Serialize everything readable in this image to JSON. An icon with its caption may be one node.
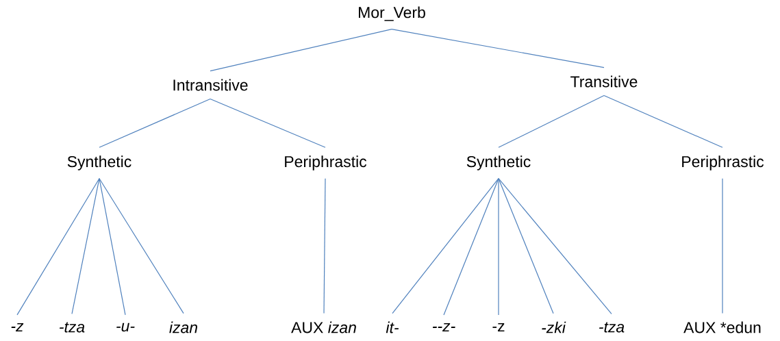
{
  "diagram": {
    "nodes": [
      {
        "text": [
          "Mor_Verb"
        ]
      },
      {
        "text": [
          "Intransitive"
        ]
      },
      {
        "text": [
          "Transitive"
        ]
      },
      {
        "text": [
          "Synthetic"
        ]
      },
      {
        "text": [
          "Periphrastic"
        ]
      },
      {
        "text": [
          "Synthetic"
        ]
      },
      {
        "text": [
          "Periphrastic"
        ]
      },
      {
        "text": [
          "-z"
        ]
      },
      {
        "text": [
          "-tza"
        ]
      },
      {
        "text": [
          "-u-"
        ]
      },
      {
        "text": [
          "izan"
        ]
      },
      {
        "text": [
          "AUX *izan*"
        ]
      },
      {
        "text": [
          "it-"
        ]
      },
      {
        "text": [
          "--z-"
        ]
      },
      {
        "text": [
          "-z"
        ]
      },
      {
        "text": [
          "-zki"
        ]
      },
      {
        "text": [
          "-tza"
        ]
      },
      {
        "text": [
          "AUX *edun"
        ]
      }
    ],
    "edges": [
      {
        "from": 0,
        "to": 1,
        "arrow": "none"
      },
      {
        "from": 0,
        "to": 2,
        "arrow": "none"
      },
      {
        "from": 1,
        "to": 3,
        "arrow": "none"
      },
      {
        "from": 1,
        "to": 4,
        "arrow": "none"
      },
      {
        "from": 2,
        "to": 5,
        "arrow": "none"
      },
      {
        "from": 2,
        "to": 6,
        "arrow": "none"
      },
      {
        "from": 3,
        "to": 7,
        "arrow": "none"
      },
      {
        "from": 3,
        "to": 8,
        "arrow": "none"
      },
      {
        "from": 3,
        "to": 9,
        "arrow": "none"
      },
      {
        "from": 3,
        "to": 10,
        "arrow": "none"
      },
      {
        "from": 4,
        "to": 11,
        "arrow": "none"
      },
      {
        "from": 5,
        "to": 12,
        "arrow": "none"
      },
      {
        "from": 5,
        "to": 13,
        "arrow": "none"
      },
      {
        "from": 5,
        "to": 14,
        "arrow": "none"
      },
      {
        "from": 5,
        "to": 15,
        "arrow": "none"
      },
      {
        "from": 5,
        "to": 16,
        "arrow": "none"
      },
      {
        "from": 6,
        "to": 17,
        "arrow": "none"
      }
    ]
  }
}
